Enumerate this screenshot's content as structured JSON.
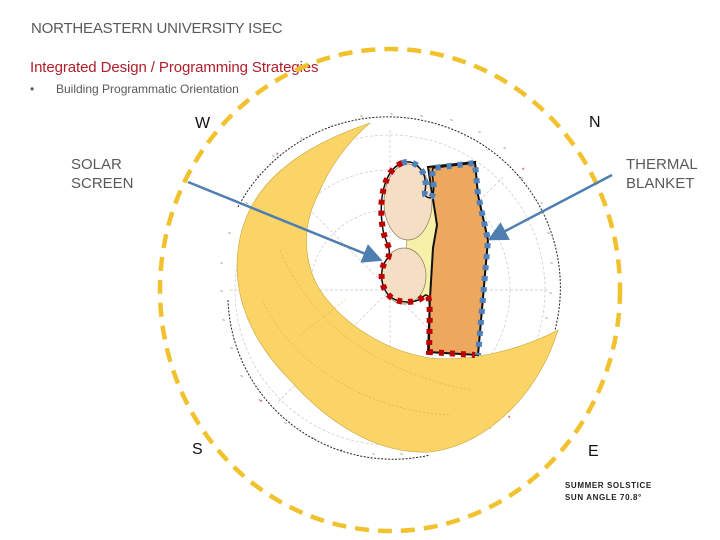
{
  "header": {
    "title": "NORTHEASTERN UNIVERSITY ISEC",
    "subtitle": "Integrated Design / Programming Strategies",
    "bullet": "•",
    "bullet_text": "Building Programmatic Orientation"
  },
  "compass": {
    "west": "W",
    "north": "N",
    "south": "S",
    "east": "E"
  },
  "callouts": {
    "left_line1": "SOLAR",
    "left_line2": "SCREEN",
    "right_line1": "THERMAL",
    "right_line2": "BLANKET"
  },
  "note": {
    "line1": "SUMMER SOLSTICE",
    "line2": "SUN ANGLE 70.8°"
  },
  "colors": {
    "sun_path_dashed": "#f2c12e",
    "solar_crescent": "#fbd468",
    "thermal_blanket_fill": "#eca85f",
    "room_fill": "#f5dfc4",
    "atrium_fill": "#f6f0a8",
    "solar_screen_border": "#c00000",
    "thermal_blanket_border": "#4f81bd",
    "arrow": "#4f7fb0",
    "title_text": "#595959",
    "subtitle_text": "#b01e2a"
  }
}
